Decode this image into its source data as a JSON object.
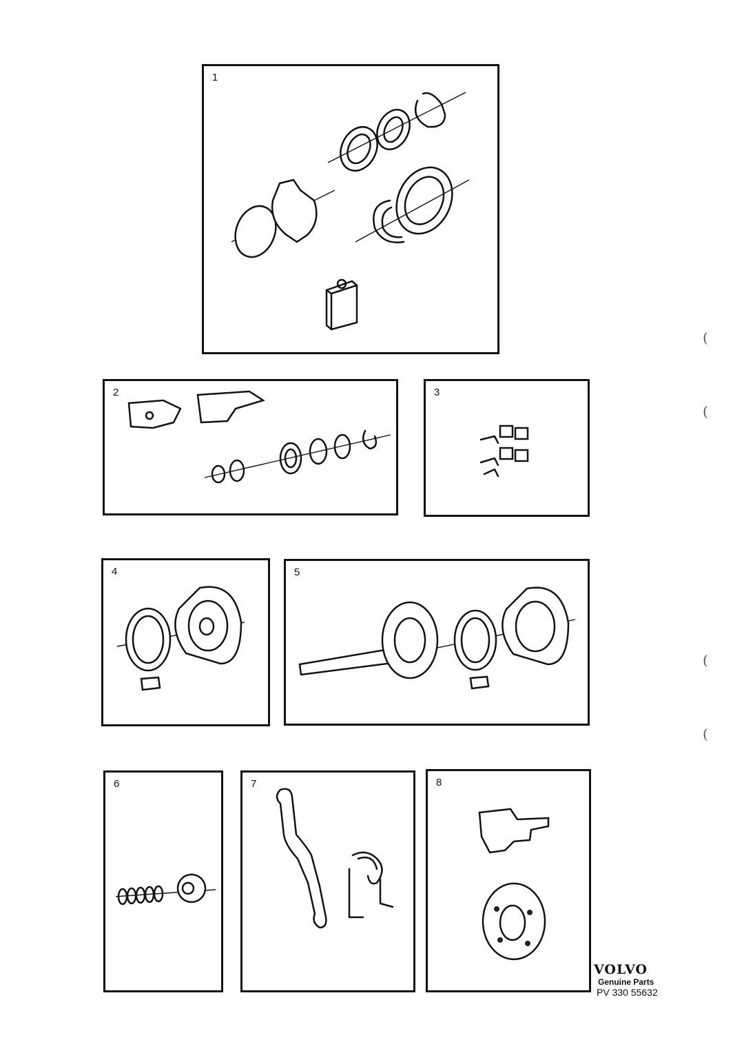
{
  "panels": [
    {
      "number": "1"
    },
    {
      "number": "2"
    },
    {
      "number": "3"
    },
    {
      "number": "4"
    },
    {
      "number": "5"
    },
    {
      "number": "6"
    },
    {
      "number": "7"
    },
    {
      "number": "8"
    }
  ],
  "margin_marks": [
    "(",
    "(",
    "(",
    "("
  ],
  "brand": {
    "logo": "VOLVO",
    "subtitle": "Genuine Parts",
    "code": "PV 330 55632"
  }
}
